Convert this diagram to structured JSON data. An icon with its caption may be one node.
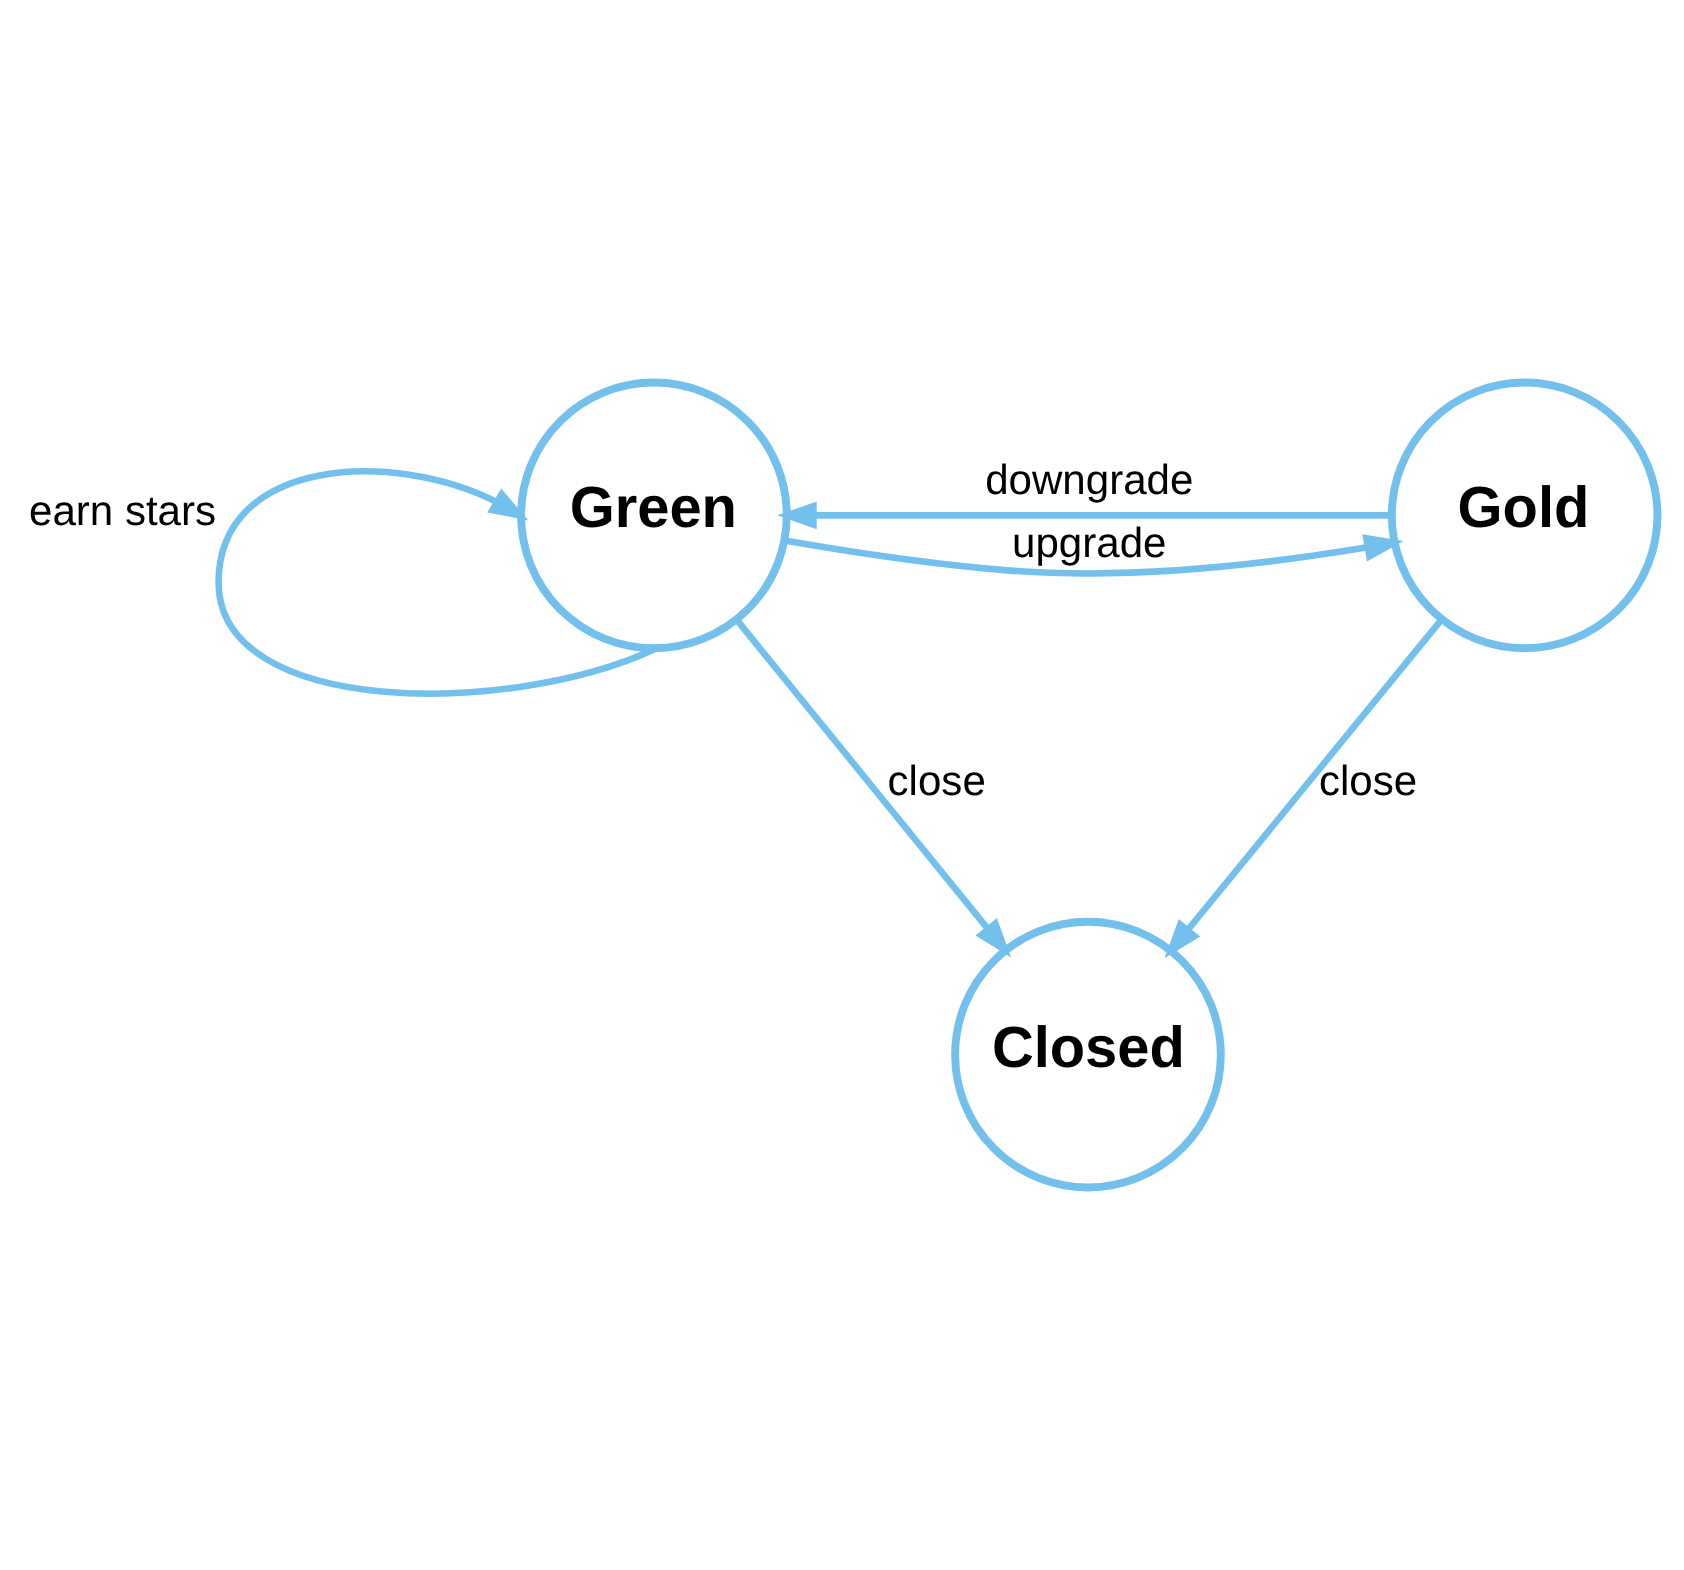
{
  "diagram": {
    "nodes": [
      {
        "text": [
          "Green"
        ]
      },
      {
        "text": [
          "Gold"
        ]
      },
      {
        "text": [
          "Closed"
        ]
      }
    ],
    "edges": [
      {
        "from": 0,
        "to": 1,
        "arrow": "to",
        "label": "upgrade"
      },
      {
        "from": 1,
        "to": 0,
        "arrow": "to",
        "label": "downgrade"
      },
      {
        "from": 0,
        "to": 0,
        "arrow": "to",
        "label": "earn stars"
      },
      {
        "from": 0,
        "to": 2,
        "arrow": "to",
        "label": "close"
      },
      {
        "from": 1,
        "to": 2,
        "arrow": "to",
        "label": "close"
      }
    ]
  }
}
